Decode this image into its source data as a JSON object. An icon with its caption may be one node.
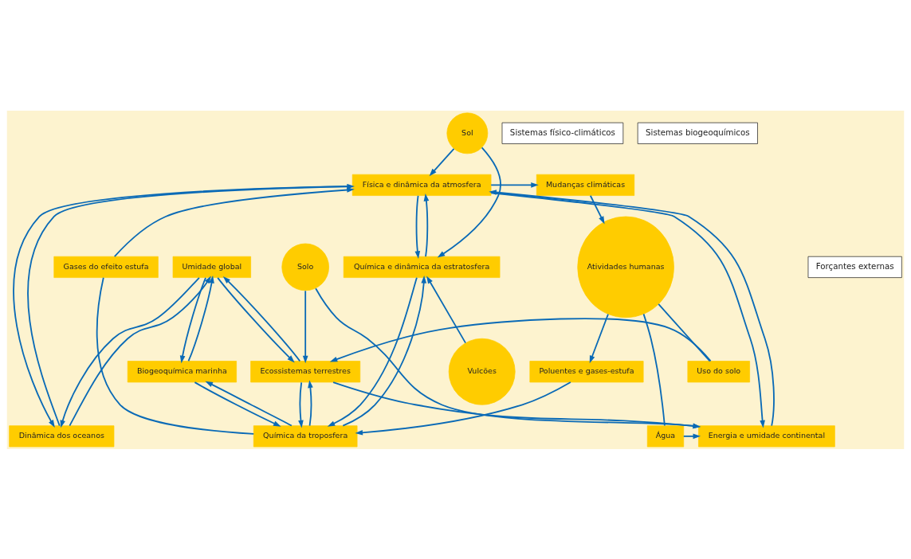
{
  "diagram": {
    "nodes": [
      {
        "text": [
          "Física e dinâmica da atmosfera"
        ]
      },
      {
        "text": [
          "Mudanças climáticas"
        ]
      },
      {
        "text": [
          "Sol"
        ]
      },
      {
        "text": [
          "Química e dinâmica da estratosfera"
        ]
      },
      {
        "text": [
          "Dinâmica dos oceanos"
        ]
      },
      {
        "text": [
          "Energia e umidade continental"
        ]
      },
      {
        "text": [
          "Água"
        ]
      },
      {
        "text": [
          "Atividades humanas"
        ]
      },
      {
        "text": [
          "Umidade global"
        ]
      },
      {
        "text": [
          "Solo"
        ]
      },
      {
        "text": [
          "Gases do efeito estufa"
        ]
      },
      {
        "text": [
          "Vulcões"
        ]
      },
      {
        "text": [
          "Biogeoquímica marinha"
        ]
      },
      {
        "text": [
          "Ecossistemas terrestres"
        ]
      },
      {
        "text": [
          "Uso do solo"
        ]
      },
      {
        "text": [
          "Química da troposfera"
        ]
      },
      {
        "text": [
          "Poluentes e gases-estufa"
        ]
      }
    ],
    "edges": [
      {
        "from": 2,
        "to": 0,
        "arrow": "to"
      },
      {
        "from": 2,
        "to": 3,
        "arrow": "to"
      },
      {
        "from": 11,
        "to": 3,
        "arrow": "to"
      },
      {
        "from": 0,
        "to": 1,
        "arrow": "to"
      },
      {
        "from": 0,
        "to": 3,
        "arrow": "to"
      },
      {
        "from": 3,
        "to": 0,
        "arrow": "to"
      },
      {
        "from": 0,
        "to": 4,
        "arrow": "to"
      },
      {
        "from": 4,
        "to": 0,
        "arrow": "to"
      },
      {
        "from": 0,
        "to": 5,
        "arrow": "to"
      },
      {
        "from": 5,
        "to": 0,
        "arrow": "to"
      },
      {
        "from": 10,
        "to": 0,
        "arrow": "to"
      },
      {
        "from": 1,
        "to": 7,
        "arrow": "to"
      },
      {
        "from": 7,
        "to": 6,
        "arrow": "none"
      },
      {
        "from": 6,
        "to": 5,
        "arrow": "to"
      },
      {
        "from": 8,
        "to": 4,
        "arrow": "to"
      },
      {
        "from": 4,
        "to": 8,
        "arrow": "to"
      },
      {
        "from": 13,
        "to": 5,
        "arrow": "to"
      },
      {
        "from": 9,
        "to": 5,
        "arrow": "to"
      },
      {
        "from": 9,
        "to": 13,
        "arrow": "to"
      },
      {
        "from": 12,
        "to": 8,
        "arrow": "to"
      },
      {
        "from": 8,
        "to": 12,
        "arrow": "to"
      },
      {
        "from": 13,
        "to": 8,
        "arrow": "to"
      },
      {
        "from": 8,
        "to": 13,
        "arrow": "to"
      },
      {
        "from": 7,
        "to": 14,
        "arrow": "none"
      },
      {
        "from": 14,
        "to": 13,
        "arrow": "to"
      },
      {
        "from": 15,
        "to": 10,
        "arrow": "none"
      },
      {
        "from": 15,
        "to": 3,
        "arrow": "to"
      },
      {
        "from": 3,
        "to": 15,
        "arrow": "to"
      },
      {
        "from": 15,
        "to": 12,
        "arrow": "to"
      },
      {
        "from": 12,
        "to": 15,
        "arrow": "to"
      },
      {
        "from": 15,
        "to": 13,
        "arrow": "to"
      },
      {
        "from": 13,
        "to": 15,
        "arrow": "to"
      },
      {
        "from": 16,
        "to": 15,
        "arrow": "to"
      },
      {
        "from": 7,
        "to": 16,
        "arrow": "to"
      }
    ],
    "labels": [
      "Sistemas físico-climáticos",
      "Forçantes externas",
      "Sistemas biogeoquímicos"
    ]
  }
}
